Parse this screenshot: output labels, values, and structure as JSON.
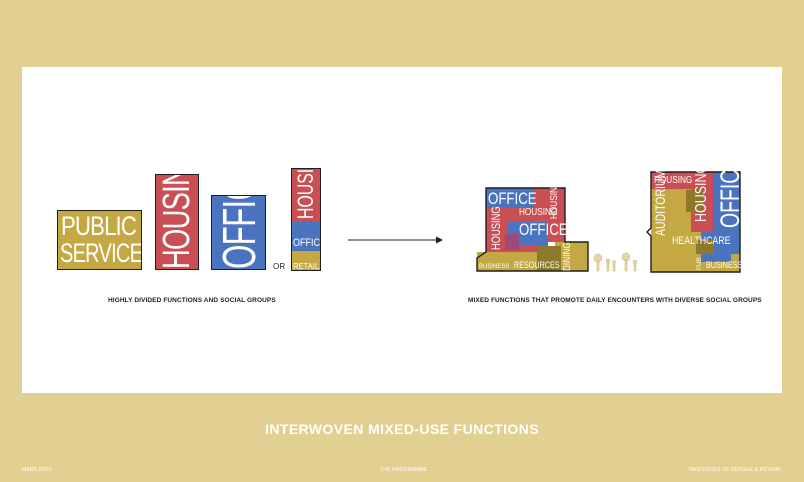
{
  "colors": {
    "background": "#e2cf92",
    "panel": "#ffffff",
    "ochre": "#c3a844",
    "red": "#c94f55",
    "blue": "#4a74c0",
    "dark_olive": "#8c7a2a"
  },
  "left_diagram": {
    "blocks": {
      "public_services": [
        "PUBLIC",
        "SERVICES"
      ],
      "housing": "HOUSING",
      "office": "OFFICE",
      "stack_housing": "HOUSING",
      "stack_office": "OFFICE",
      "stack_retail": "RETAIL"
    },
    "or_label": "OR",
    "caption": "HIGHLY DIVIDED FUNCTIONS AND SOCIAL GROUPS"
  },
  "right_diagram": {
    "building_a": {
      "office_top": "OFFICE",
      "housing_left": "HOUSING",
      "housing_mid": "HOUSING",
      "housing_right": "HOUSING",
      "office_mid": "OFFICE",
      "dining": "DINING",
      "business": "BUSINESS",
      "resources": "RESOURCES"
    },
    "building_b": {
      "housing_top": "HOUSING",
      "housing_vertical": "HOUSING",
      "office_vertical": "OFFICE",
      "auditorium": "AUDITORIUM",
      "healthcare": "HEALTHCARE",
      "business": "BUSINESS",
      "small_label": "PUB"
    },
    "caption": "MIXED FUNCTIONS THAT PROMOTE DAILY ENCOUNTERS WITH DIVERSE SOCIAL GROUPS"
  },
  "title": "INTERWOVEN MIXED-USE FUNCTIONS",
  "footer": {
    "left": "MARK RIOS",
    "center": "THE PROGRAMME",
    "right": "TAPESTRIES OF REFUGE & REVIVAL"
  }
}
